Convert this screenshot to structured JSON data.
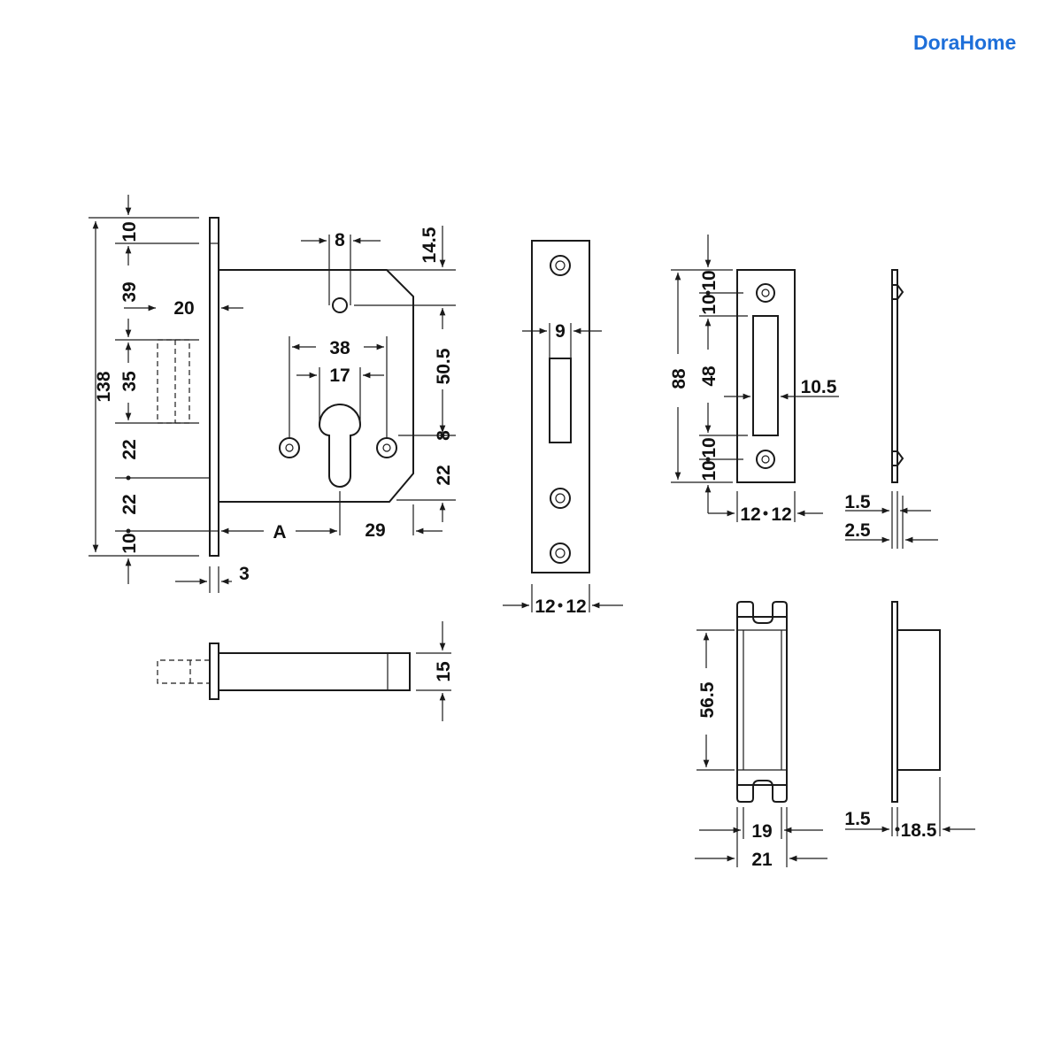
{
  "brand": {
    "logo_text": "DoraHome",
    "color": "#1e6fd9"
  },
  "lock_body": {
    "height_total": "138",
    "top_margin": "10",
    "to_bolt": "39",
    "bolt_height": "35",
    "lower_22_a": "22",
    "lower_22_b": "22",
    "bottom_margin": "10",
    "faceplate_thickness": "3",
    "faceplate_offset": "20",
    "fixing_hole_width": "8",
    "top_offset": "14.5",
    "centre_distance": "50.5",
    "cylinder_hole_width": "8",
    "bottom_22": "22",
    "hole_spacing": "38",
    "cylinder_width": "17",
    "backset_label": "A",
    "case_right": "29"
  },
  "bolt_side": {
    "bolt_height": "15"
  },
  "forend": {
    "slot_width": "9",
    "left_half": "12",
    "right_half": "12"
  },
  "strike": {
    "height": "88",
    "top_a": "10",
    "top_b": "10",
    "slot_height": "48",
    "bottom_a": "10",
    "bottom_b": "10",
    "slot_width": "10.5",
    "left_half": "12",
    "right_half": "12"
  },
  "strike_side": {
    "plate_thickness": "1.5",
    "overall": "2.5"
  },
  "box_keeper": {
    "height": "56.5",
    "inner_width": "19",
    "outer_width": "21"
  },
  "box_keeper_side": {
    "plate_thickness": "1.5",
    "depth": "18.5"
  }
}
